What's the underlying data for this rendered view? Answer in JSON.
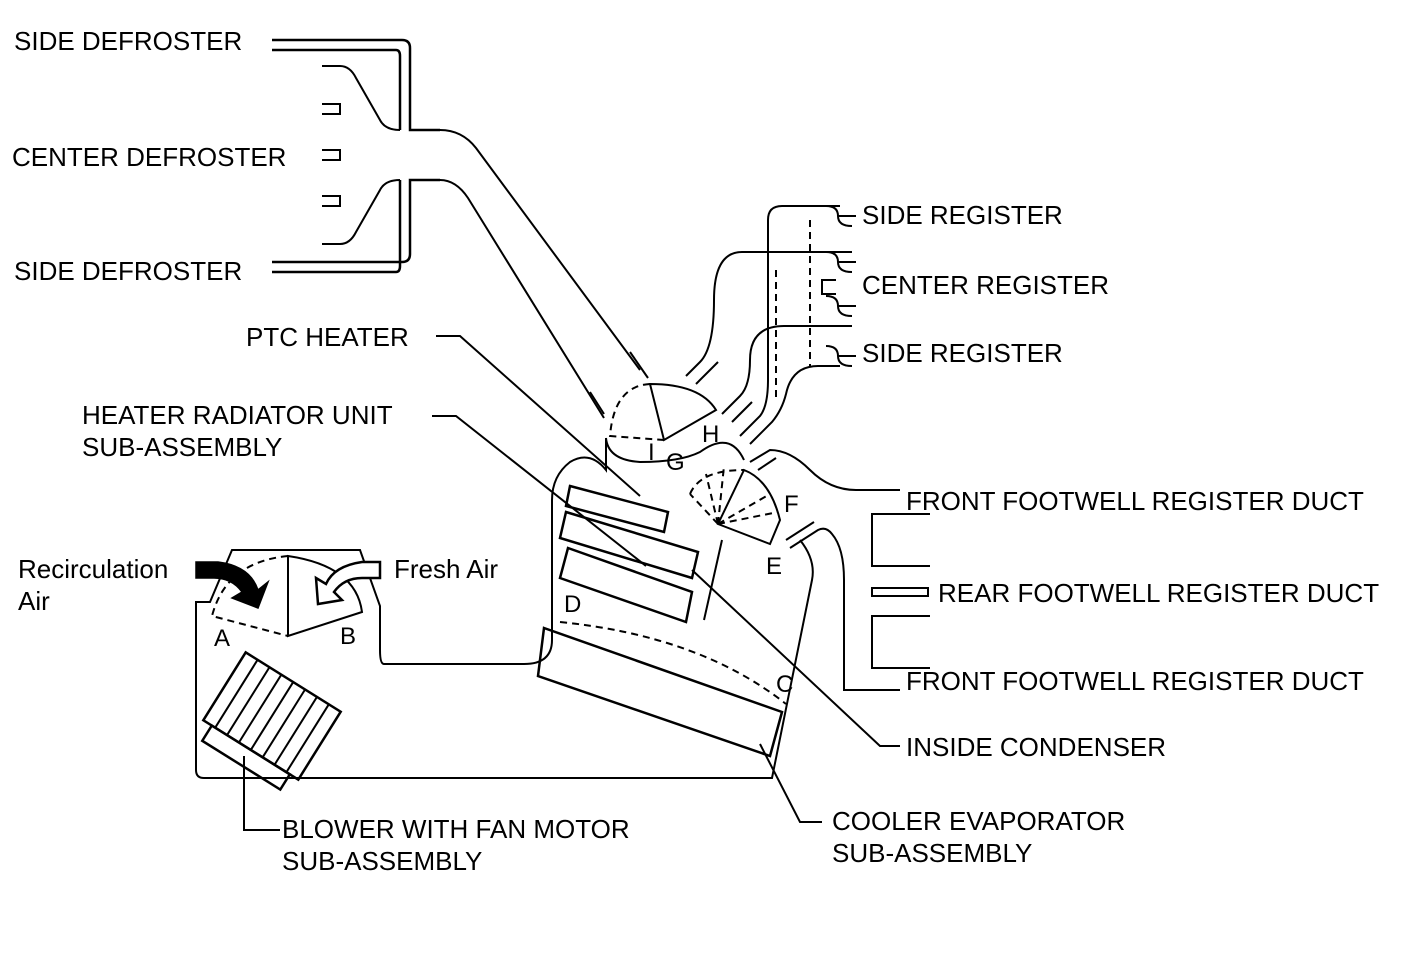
{
  "labels": {
    "side_defroster_top": "SIDE DEFROSTER",
    "center_defroster": "CENTER DEFROSTER",
    "side_defroster_bottom": "SIDE DEFROSTER",
    "side_register_top": "SIDE REGISTER",
    "center_register": "CENTER REGISTER",
    "side_register_bottom": "SIDE REGISTER",
    "ptc_heater": "PTC HEATER",
    "heater_radiator_1": "HEATER RADIATOR UNIT",
    "heater_radiator_2": "SUB-ASSEMBLY",
    "front_footwell_top": "FRONT FOOTWELL REGISTER DUCT",
    "rear_footwell": "REAR FOOTWELL REGISTER DUCT",
    "front_footwell_bottom": "FRONT FOOTWELL REGISTER DUCT",
    "recirculation_1": "Recirculation",
    "recirculation_2": "Air",
    "fresh_air": "Fresh Air",
    "inside_condenser": "INSIDE CONDENSER",
    "blower_1": "BLOWER WITH FAN MOTOR",
    "blower_2": "SUB-ASSEMBLY",
    "cooler_evap_1": "COOLER EVAPORATOR",
    "cooler_evap_2": "SUB-ASSEMBLY"
  },
  "damper_letters": {
    "a": "A",
    "b": "B",
    "c": "C",
    "d": "D",
    "e": "E",
    "f": "F",
    "g": "G",
    "h": "H",
    "i": "I"
  }
}
